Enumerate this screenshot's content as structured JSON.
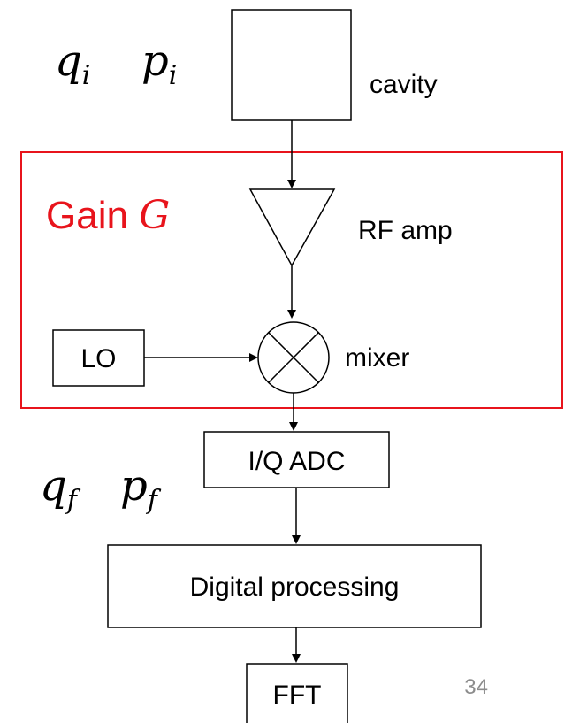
{
  "symbols": {
    "q_initial": {
      "base": "q",
      "sub": "i"
    },
    "p_initial": {
      "base": "p",
      "sub": "i"
    },
    "q_final": {
      "base": "q",
      "sub": "f"
    },
    "p_final": {
      "base": "p",
      "sub": "f"
    }
  },
  "blocks": {
    "cavity": "cavity",
    "rf_amp": "RF amp",
    "lo": "LO",
    "mixer": "mixer",
    "adc": "I/Q ADC",
    "digital": "Digital processing",
    "fft": "FFT"
  },
  "gain_region": {
    "label": "Gain ",
    "symbol": "G",
    "color": "#e8141c"
  },
  "page_number": "34"
}
